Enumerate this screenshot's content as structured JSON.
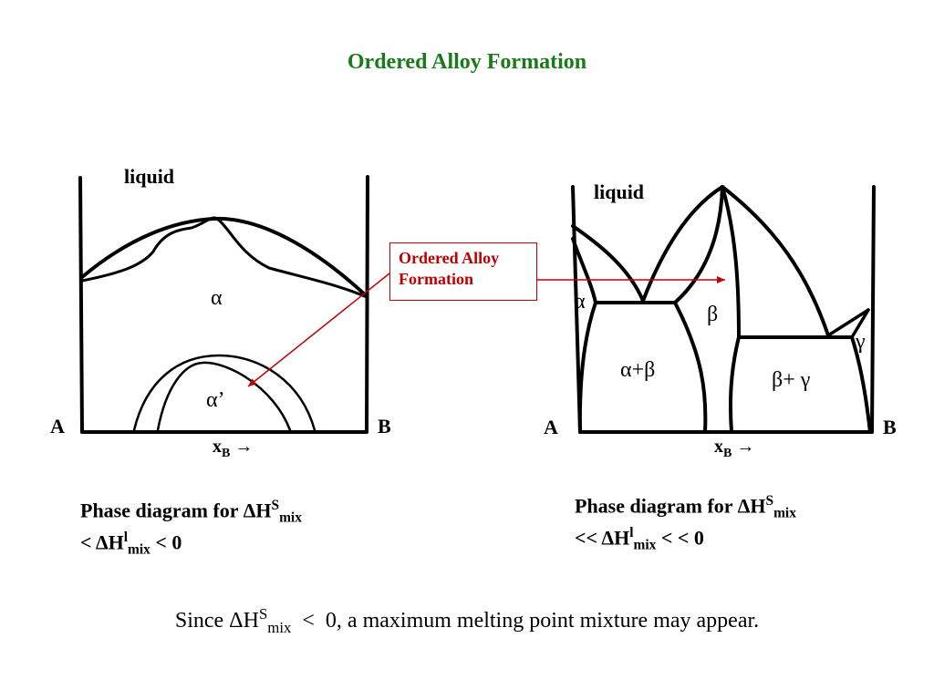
{
  "title": "Ordered Alloy Formation",
  "callout": {
    "line1": "Ordered Alloy",
    "line2": "Formation"
  },
  "left_diagram": {
    "liquid": "liquid",
    "alpha": "α",
    "alpha_prime": "α’",
    "A": "A",
    "B": "B",
    "x_main": "x",
    "x_sub": "B",
    "x_arrow": " →",
    "caption": {
      "pre1": "Phase diagram for ΔH",
      "sup1": "S",
      "sub1": "mix",
      "pre2": "< ΔH",
      "sup2": "l",
      "sub2": "mix",
      "post2": " <  0"
    }
  },
  "right_diagram": {
    "liquid": "liquid",
    "alpha": "α",
    "beta": "β",
    "gamma": "γ",
    "alpha_beta": "α+β",
    "beta_gamma": "β+ γ",
    "A": "A",
    "B": "B",
    "x_main": "x",
    "x_sub": "B",
    "x_arrow": " →",
    "caption": {
      "pre1": "Phase diagram for ΔH",
      "sup1": "S",
      "sub1": "mix",
      "pre2": "<< ΔH",
      "sup2": "l",
      "sub2": "mix",
      "post2": " < <  0"
    }
  },
  "bottom": {
    "pre": "Since ΔH",
    "sup": "S",
    "sub": "mix",
    "post": "  <  0, a maximum melting point mixture may appear."
  },
  "colors": {
    "title": "#1a7a1a",
    "callout": "#c00000"
  }
}
